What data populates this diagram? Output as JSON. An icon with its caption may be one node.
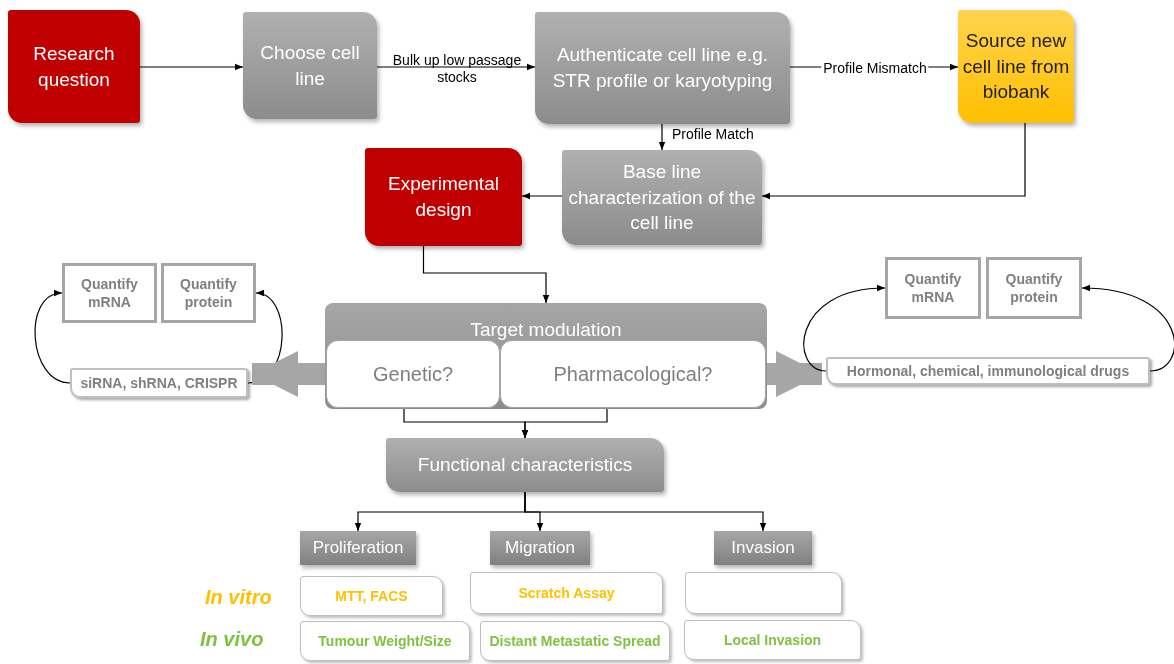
{
  "diagram": {
    "nodes": [
      {
        "text": [
          "Research question"
        ]
      },
      {
        "text": [
          "Choose cell line"
        ]
      },
      {
        "text": [
          "Authenticate cell line e.g. STR profile or karyotyping"
        ]
      },
      {
        "text": [
          "Source new cell line from biobank"
        ]
      },
      {
        "text": [
          "Experimental design"
        ]
      },
      {
        "text": [
          "Base line characterization of the cell line"
        ]
      },
      {
        "text": [
          "Quantify mRNA"
        ]
      },
      {
        "text": [
          "Quantify protein"
        ]
      },
      {
        "text": [
          "siRNA, shRNA, CRISPR"
        ]
      },
      {
        "text": [
          "Target modulation"
        ]
      },
      {
        "text": [
          "Genetic?"
        ],
        "in": 9
      },
      {
        "text": [
          "Pharmacological?"
        ],
        "in": 9
      },
      {
        "text": [
          "Quantify mRNA"
        ]
      },
      {
        "text": [
          "Quantify protein"
        ]
      },
      {
        "text": [
          "Hormonal, chemical, immunological drugs"
        ]
      },
      {
        "text": [
          "Functional characteristics"
        ]
      },
      {
        "text": [
          "Proliferation"
        ]
      },
      {
        "text": [
          "Migration"
        ]
      },
      {
        "text": [
          "Invasion"
        ]
      },
      {
        "text": [
          "MTT, FACS"
        ]
      },
      {
        "text": [
          "Scratch Assay"
        ]
      },
      {
        "text": [],
        "shape": "box"
      },
      {
        "text": [
          "Tumour Weight/Size"
        ]
      },
      {
        "text": [
          "Distant Metastatic Spread"
        ]
      },
      {
        "text": [
          "Local Invasion"
        ]
      }
    ],
    "edges": [
      {
        "from": 0,
        "to": 1,
        "arrow": "to"
      },
      {
        "from": 1,
        "to": 2,
        "arrow": "to",
        "label": "Bulk up low passage stocks"
      },
      {
        "from": 2,
        "to": 3,
        "arrow": "to",
        "label": "Profile Mismatch"
      },
      {
        "from": 2,
        "to": 5,
        "arrow": "to",
        "label": "Profile Match"
      },
      {
        "from": 3,
        "to": 5,
        "arrow": "to"
      },
      {
        "from": 5,
        "to": 4,
        "arrow": "to"
      },
      {
        "from": 4,
        "to": 9,
        "arrow": "to"
      },
      {
        "from": 8,
        "to": 6,
        "arrow": "to"
      },
      {
        "from": 8,
        "to": 7,
        "arrow": "to"
      },
      {
        "from": 10,
        "to": 8,
        "arrow": "to",
        "style": "thick",
        "color": "#a6a6a6"
      },
      {
        "from": 11,
        "to": 14,
        "arrow": "to",
        "style": "thick",
        "color": "#a6a6a6"
      },
      {
        "from": 14,
        "to": 12,
        "arrow": "to"
      },
      {
        "from": 14,
        "to": 13,
        "arrow": "to"
      },
      {
        "from": 10,
        "to": 15,
        "arrow": "to"
      },
      {
        "from": 11,
        "to": 15,
        "arrow": "to"
      },
      {
        "from": 15,
        "to": 16,
        "arrow": "to"
      },
      {
        "from": 15,
        "to": 17,
        "arrow": "to"
      },
      {
        "from": 15,
        "to": 18,
        "arrow": "to"
      }
    ],
    "labels": [
      "In vitro",
      "In vivo"
    ]
  }
}
